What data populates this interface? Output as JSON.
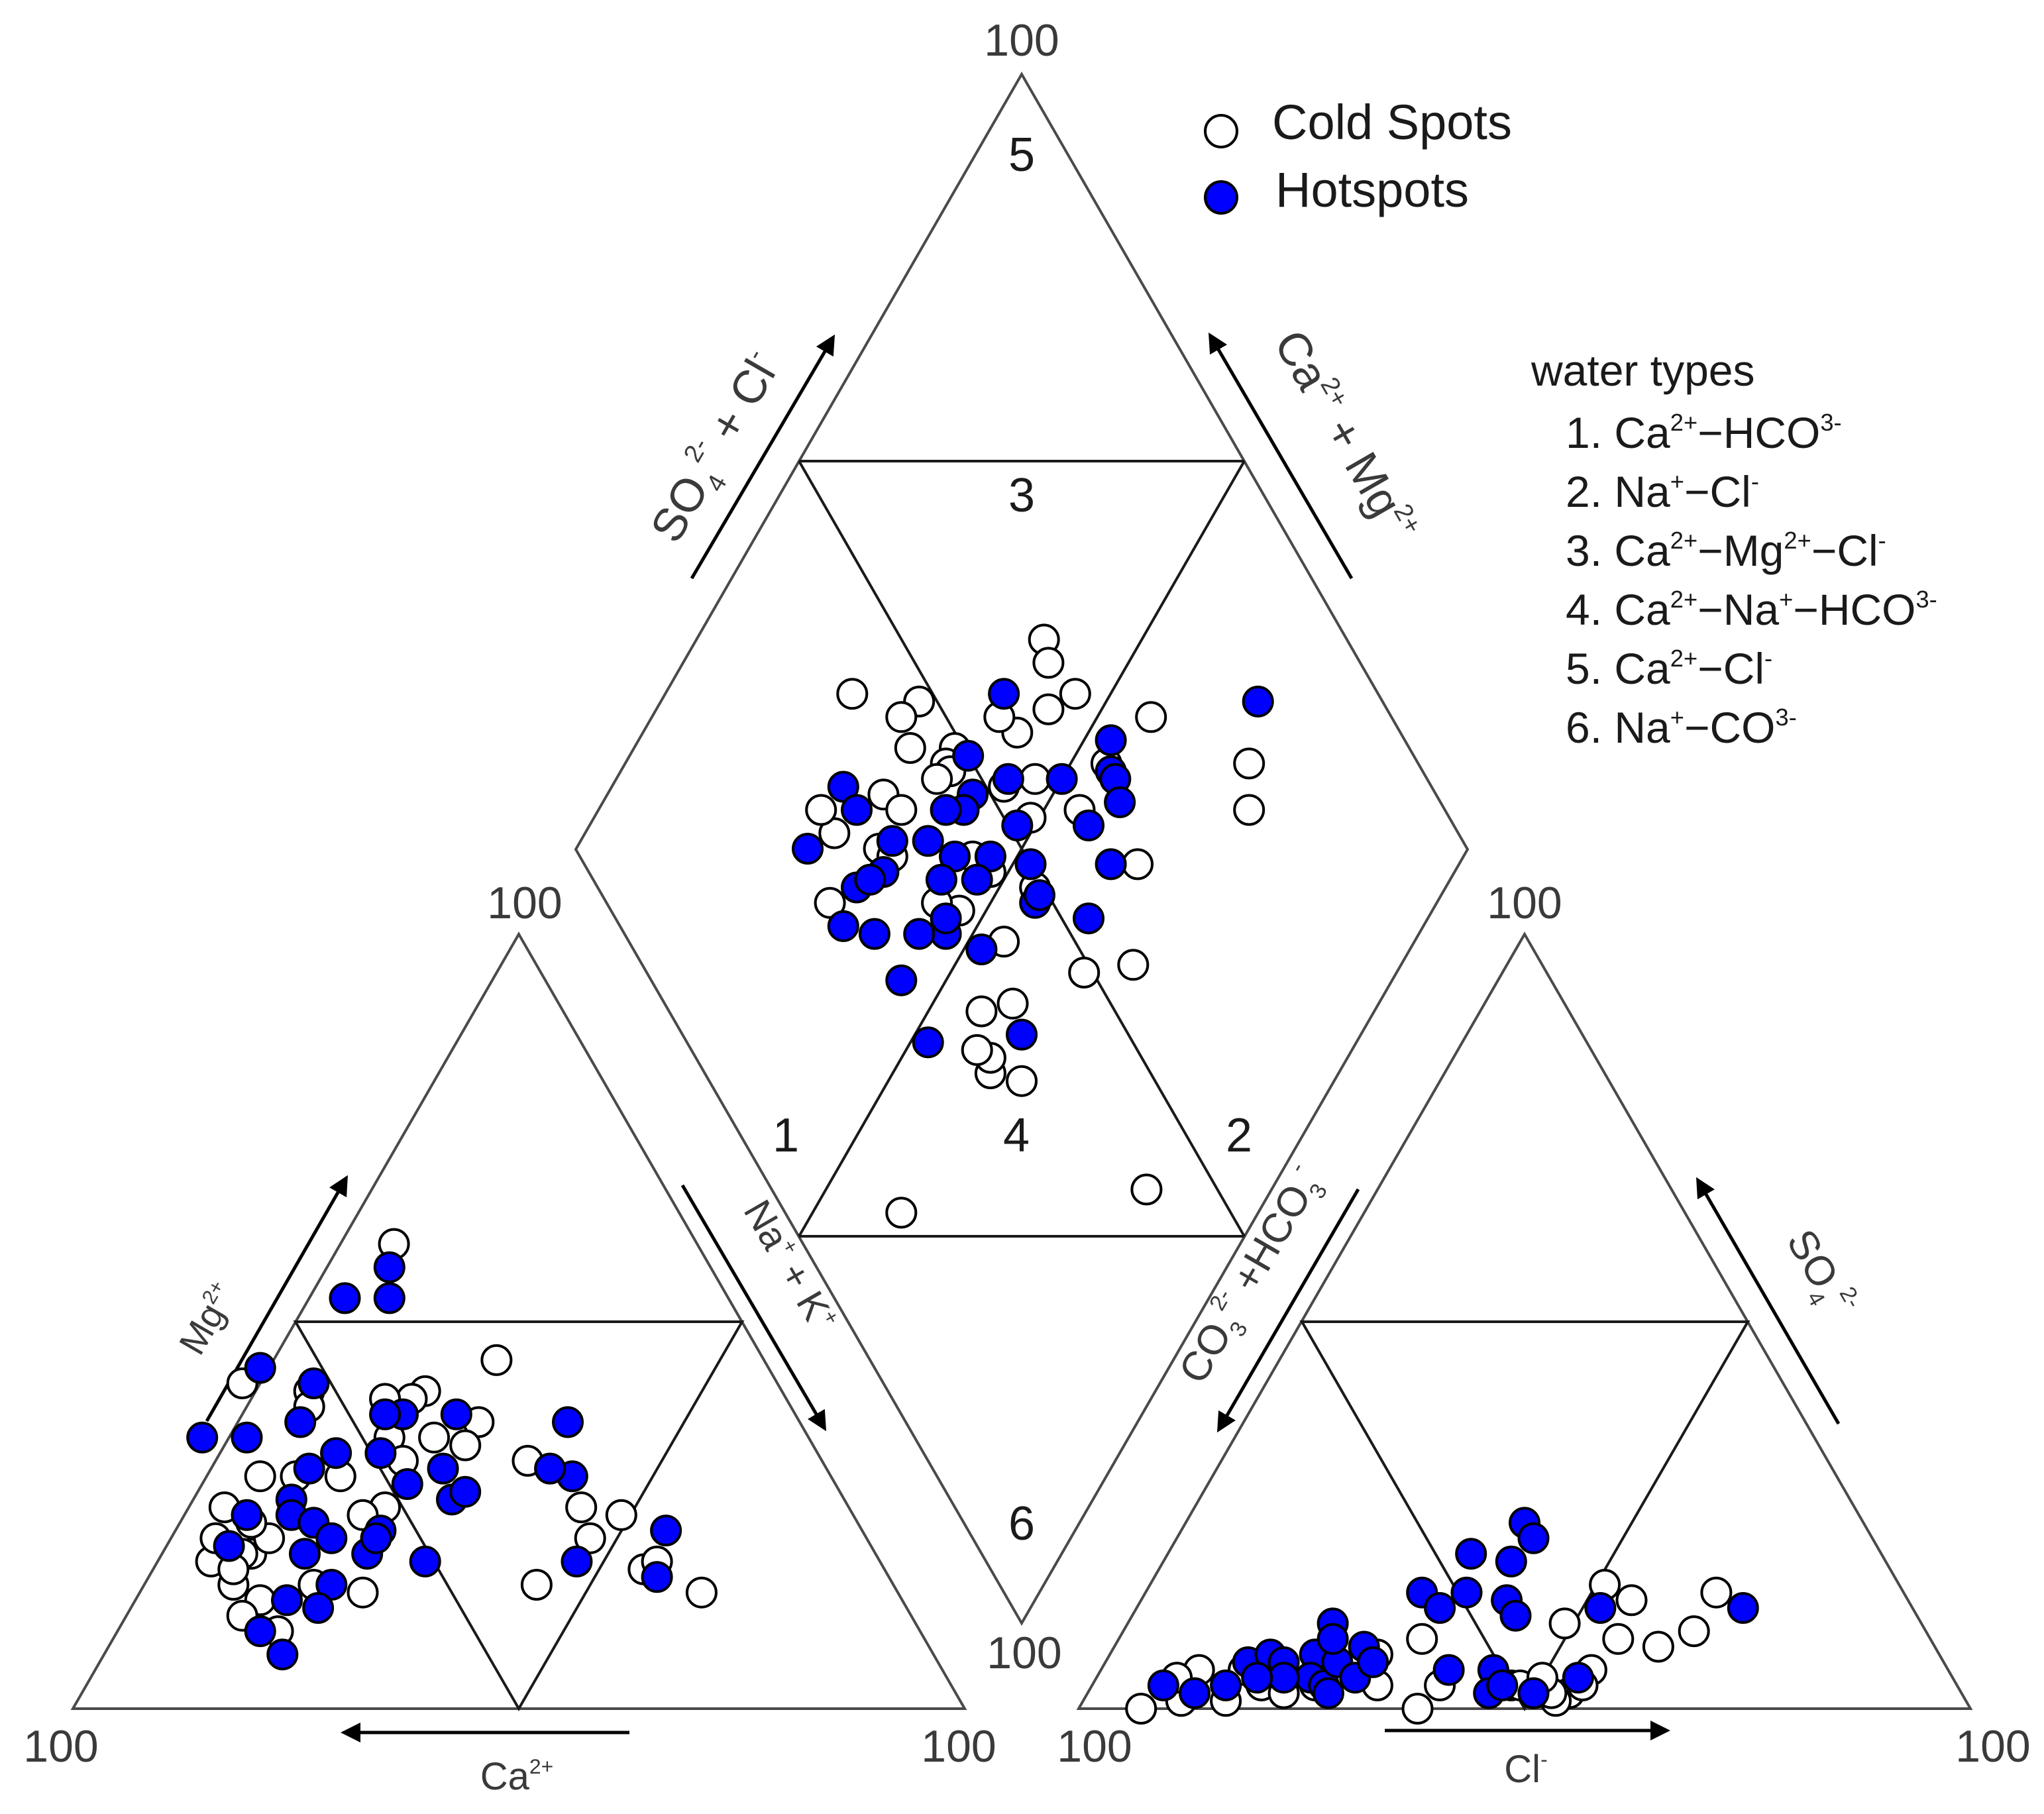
{
  "legend": {
    "items": [
      {
        "label": "Cold Spots",
        "fill": "#ffffff"
      },
      {
        "label": "Hotspots",
        "fill": "#0000ff"
      }
    ]
  },
  "water_types": {
    "title": "water types",
    "items": [
      {
        "n": "1.",
        "parts": [
          [
            "Ca",
            "2+"
          ],
          [
            "−HCO",
            ""
          ],
          [
            "",
            "3-"
          ]
        ]
      },
      {
        "n": "2.",
        "parts": [
          [
            "Na",
            "+"
          ],
          [
            "−Cl",
            "-"
          ]
        ]
      },
      {
        "n": "3.",
        "parts": [
          [
            "Ca",
            "2+"
          ],
          [
            "−Mg",
            "2+"
          ],
          [
            "−Cl",
            "-"
          ]
        ]
      },
      {
        "n": "4.",
        "parts": [
          [
            "Ca",
            "2+"
          ],
          [
            "−Na",
            "+"
          ],
          [
            "−HCO",
            ""
          ],
          [
            "",
            "3-"
          ]
        ]
      },
      {
        "n": "5.",
        "parts": [
          [
            "Ca",
            "2+"
          ],
          [
            "−Cl",
            "-"
          ]
        ]
      },
      {
        "n": "6.",
        "parts": [
          [
            "Na",
            "+"
          ],
          [
            "−CO",
            ""
          ],
          [
            "",
            "3-"
          ]
        ]
      }
    ]
  },
  "axis_labels": {
    "hundred": "100",
    "mg": [
      "Mg",
      "2+"
    ],
    "na_k": [
      "Na",
      "+",
      " + K",
      "+"
    ],
    "ca": [
      "Ca",
      "2+"
    ],
    "so4_cl": [
      "SO",
      "4",
      "2-",
      " + Cl",
      "-"
    ],
    "ca_mg": [
      "Ca",
      "2+",
      " + Mg",
      "2+"
    ],
    "co3_hco3": [
      "CO",
      "3",
      "2-",
      " +HCO",
      "3",
      "-"
    ],
    "so4": [
      "SO",
      "4",
      "2-"
    ],
    "cl": [
      "Cl",
      "-"
    ]
  },
  "region_labels": [
    "1",
    "2",
    "3",
    "4",
    "5",
    "6"
  ],
  "chart_data": {
    "type": "scatter",
    "subtype": "piper_trilinear",
    "title": "",
    "series": [
      {
        "name": "Cold Spots",
        "color": "#ffffff"
      },
      {
        "name": "Hotspots",
        "color": "#0000ff"
      }
    ],
    "cation_triangle": {
      "axes": [
        "Ca2+",
        "Mg2+",
        "Na+ + K+"
      ],
      "range": [
        0,
        100
      ],
      "Cold Spots": [
        [
          60,
          42,
          -2
        ],
        [
          34,
          60,
          6
        ],
        [
          30,
          45,
          25
        ],
        [
          40,
          41,
          19
        ],
        [
          53,
          41,
          6
        ],
        [
          54,
          39,
          7
        ],
        [
          42,
          40,
          18
        ],
        [
          70,
          26,
          4
        ],
        [
          60,
          30,
          10
        ],
        [
          70,
          20,
          10
        ],
        [
          47,
          35,
          18
        ],
        [
          55,
          30,
          15
        ],
        [
          47,
          32,
          21
        ],
        [
          36,
          37,
          27
        ],
        [
          39,
          34,
          27
        ],
        [
          67,
          22,
          11
        ],
        [
          71,
          20,
          9
        ],
        [
          52,
          26,
          22
        ],
        [
          75,
          19,
          6
        ],
        [
          74,
          16,
          10
        ],
        [
          72,
          14,
          14
        ],
        [
          75,
          12,
          13
        ],
        [
          72,
          10,
          18
        ],
        [
          60,
          15,
          25
        ],
        [
          65,
          16,
          19
        ],
        [
          30,
          26,
          44
        ],
        [
          26,
          25,
          49
        ],
        [
          27,
          18,
          55
        ],
        [
          40,
          16,
          44
        ],
        [
          22,
          15,
          63
        ],
        [
          25,
          19,
          56
        ],
        [
          64,
          30,
          6
        ],
        [
          42,
          35,
          23
        ],
        [
          33,
          32,
          35
        ],
        [
          68,
          24,
          8
        ],
        [
          73,
          22,
          5
        ],
        [
          73,
          18,
          9
        ],
        [
          55,
          25,
          20
        ],
        [
          31,
          22,
          47
        ],
        [
          45,
          40,
          15
        ]
      ],
      "Hotspots": [
        [
          36,
          57,
          7
        ],
        [
          43,
          53,
          4
        ],
        [
          38,
          53,
          9
        ],
        [
          68,
          35,
          -3
        ],
        [
          57,
          44,
          -1
        ],
        [
          52,
          42,
          6
        ],
        [
          44,
          38,
          18
        ],
        [
          38,
          38,
          24
        ],
        [
          26,
          37,
          37
        ],
        [
          63,
          35,
          2
        ],
        [
          56,
          37,
          7
        ],
        [
          54,
          33,
          13
        ],
        [
          68,
          25,
          7
        ],
        [
          62,
          27,
          11
        ],
        [
          63,
          25,
          12
        ],
        [
          61,
          24,
          15
        ],
        [
          60,
          22,
          18
        ],
        [
          54,
          23,
          23
        ],
        [
          51,
          19,
          30
        ],
        [
          29,
          30,
          41
        ],
        [
          58,
          31,
          11
        ],
        [
          49,
          33,
          18
        ],
        [
          43,
          31,
          26
        ],
        [
          31,
          31,
          38
        ],
        [
          44,
          27,
          29
        ],
        [
          57,
          20,
          23
        ],
        [
          22,
          23,
          55
        ],
        [
          69,
          14,
          17
        ],
        [
          63,
          16,
          21
        ],
        [
          66,
          13,
          21
        ],
        [
          34,
          19,
          47
        ],
        [
          26,
          17,
          57
        ],
        [
          74,
          10,
          16
        ],
        [
          73,
          7,
          20
        ],
        [
          72,
          21,
          7
        ],
        [
          48,
          29,
          23
        ],
        [
          42,
          28,
          30
        ],
        [
          55,
          22,
          23
        ],
        [
          64,
          20,
          16
        ],
        [
          46,
          38,
          16
        ]
      ]
    },
    "anion_triangle": {
      "axes": [
        "Cl-",
        "SO4 2-",
        "CO3 2- + HCO3-"
      ],
      "range": [
        0,
        100
      ],
      "Cold Spots": [
        [
          11,
          5,
          84
        ],
        [
          7,
          0,
          93
        ],
        [
          11,
          1,
          88
        ],
        [
          16,
          5,
          79
        ],
        [
          19,
          4,
          77
        ],
        [
          19,
          3,
          78
        ],
        [
          16,
          1,
          83
        ],
        [
          22,
          2,
          76
        ],
        [
          25,
          3,
          72
        ],
        [
          32,
          3,
          65
        ],
        [
          30,
          7,
          63
        ],
        [
          34,
          9,
          57
        ],
        [
          38,
          0,
          62
        ],
        [
          39,
          3,
          58
        ],
        [
          47,
          3,
          50
        ],
        [
          48,
          3,
          49
        ],
        [
          49,
          11,
          40
        ],
        [
          55,
          14,
          31
        ],
        [
          56,
          9,
          35
        ],
        [
          51,
          16,
          33
        ],
        [
          55,
          5,
          40
        ],
        [
          61,
          8,
          31
        ],
        [
          64,
          10,
          26
        ],
        [
          64,
          15,
          21
        ],
        [
          54,
          2,
          44
        ],
        [
          55,
          3,
          42
        ],
        [
          53,
          1,
          46
        ],
        [
          52,
          2,
          46
        ],
        [
          50,
          4,
          46
        ],
        [
          9,
          4,
          87
        ]
      ],
      "Hotspots": [
        [
          8,
          3,
          89
        ],
        [
          12,
          2,
          86
        ],
        [
          15,
          3,
          82
        ],
        [
          16,
          6,
          78
        ],
        [
          18,
          7,
          75
        ],
        [
          20,
          6,
          74
        ],
        [
          23,
          7,
          70
        ],
        [
          23,
          11,
          66
        ],
        [
          24,
          4,
          72
        ],
        [
          26,
          3,
          71
        ],
        [
          26,
          6,
          68
        ],
        [
          27,
          2,
          71
        ],
        [
          28,
          8,
          64
        ],
        [
          29,
          4,
          67
        ],
        [
          30,
          6,
          64
        ],
        [
          31,
          15,
          54
        ],
        [
          34,
          13,
          53
        ],
        [
          36,
          15,
          49
        ],
        [
          34,
          20,
          46
        ],
        [
          38,
          24,
          38
        ],
        [
          40,
          22,
          38
        ],
        [
          39,
          19,
          42
        ],
        [
          41,
          14,
          45
        ],
        [
          39,
          5,
          56
        ],
        [
          44,
          5,
          51
        ],
        [
          45,
          2,
          53
        ],
        [
          46,
          3,
          51
        ],
        [
          50,
          2,
          48
        ],
        [
          52,
          13,
          35
        ],
        [
          54,
          4,
          42
        ],
        [
          43,
          12,
          45
        ],
        [
          68,
          13,
          19
        ],
        [
          21,
          4,
          75
        ],
        [
          24,
          9,
          67
        ],
        [
          18,
          4,
          78
        ]
      ]
    },
    "diamond": {
      "axes": [
        "SO4 2- + Cl-",
        "Ca2+ + Mg2+"
      ],
      "range": [
        0,
        100
      ],
      "Cold Spots": [
        [
          81,
          30
        ],
        [
          78,
          27
        ],
        [
          73,
          44
        ],
        [
          66,
          54
        ],
        [
          65,
          46
        ],
        [
          62,
          36
        ],
        [
          59,
          46
        ],
        [
          57,
          58
        ],
        [
          56,
          53
        ],
        [
          55,
          30
        ],
        [
          52,
          56
        ],
        [
          53,
          51
        ],
        [
          48,
          71
        ],
        [
          49,
          64
        ],
        [
          49,
          46
        ],
        [
          49,
          35
        ],
        [
          47,
          64
        ],
        [
          47,
          63
        ],
        [
          45,
          52
        ],
        [
          45,
          64
        ],
        [
          44,
          69
        ],
        [
          41,
          79
        ],
        [
          42,
          46
        ],
        [
          38,
          69
        ],
        [
          39,
          66
        ],
        [
          34,
          66
        ],
        [
          35,
          64
        ],
        [
          30,
          72
        ],
        [
          30,
          75
        ],
        [
          25,
          68
        ],
        [
          13,
          40
        ],
        [
          35,
          35
        ],
        [
          42,
          14
        ],
        [
          66,
          61
        ],
        [
          35,
          44
        ],
        [
          39,
          53
        ],
        [
          39,
          41
        ],
        [
          32,
          39
        ],
        [
          33,
          40
        ],
        [
          56,
          61
        ],
        [
          44,
          55
        ],
        [
          32,
          42
        ],
        [
          37,
          56
        ],
        [
          62,
          56
        ],
        [
          65,
          59
        ],
        [
          45,
          72
        ]
      ],
      "Hotspots": [
        [
          86,
          33
        ],
        [
          67,
          47
        ],
        [
          65,
          45
        ],
        [
          65,
          44
        ],
        [
          64,
          42
        ],
        [
          59,
          44
        ],
        [
          59,
          39
        ],
        [
          59,
          50
        ],
        [
          53,
          38
        ],
        [
          58,
          62
        ],
        [
          53,
          56
        ],
        [
          51,
          52
        ],
        [
          50,
          48
        ],
        [
          48,
          45
        ],
        [
          48,
          59
        ],
        [
          46,
          59
        ],
        [
          46,
          53
        ],
        [
          44,
          61
        ],
        [
          42,
          57
        ],
        [
          43,
          53
        ],
        [
          39,
          57
        ],
        [
          39,
          48
        ],
        [
          38,
          38
        ],
        [
          36,
          53
        ],
        [
          34,
          74
        ],
        [
          34,
          71
        ],
        [
          33,
          64
        ],
        [
          28,
          61
        ],
        [
          27,
          48
        ],
        [
          25,
          65
        ],
        [
          28,
          55
        ],
        [
          26,
          74
        ],
        [
          29,
          66
        ],
        [
          36,
          65
        ],
        [
          33,
          56
        ],
        [
          40,
          61
        ],
        [
          50,
          62
        ],
        [
          49,
          45
        ],
        [
          31,
          65
        ],
        [
          37,
          54
        ]
      ]
    }
  }
}
